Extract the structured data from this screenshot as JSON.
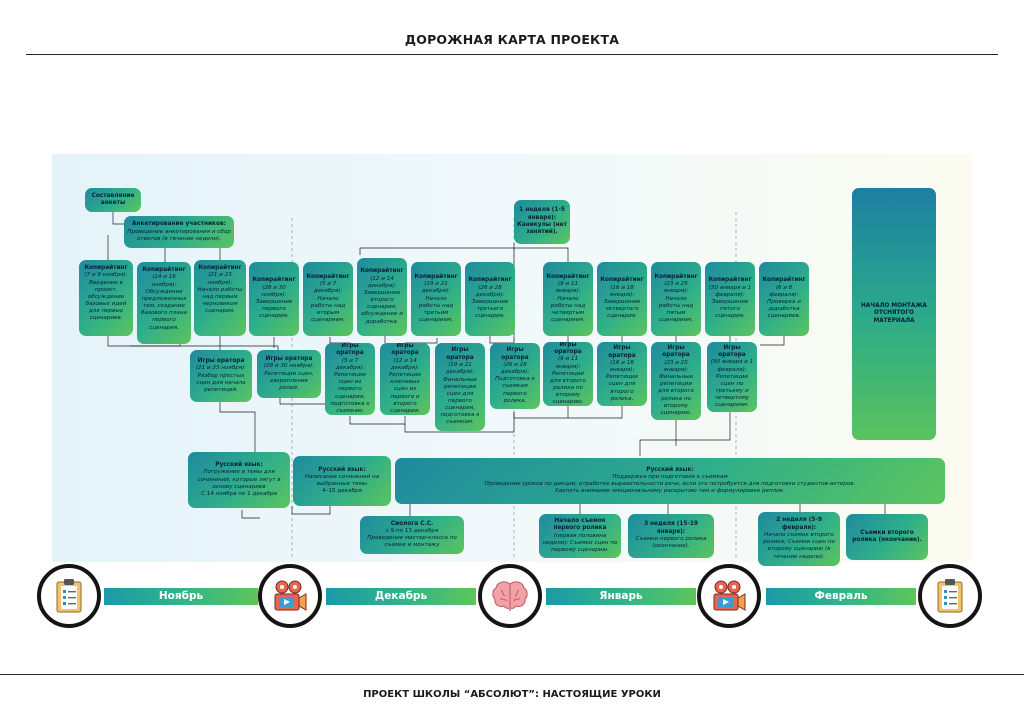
{
  "title": "ДОРОЖНАЯ КАРТА ПРОЕКТА",
  "footer": "ПРОЕКТ ШКОЛЫ “АБСОЛЮТ”: НАСТОЯЩИЕ УРОКИ",
  "months": [
    "Ноябрь",
    "Декабрь",
    "Январь",
    "Февраль"
  ],
  "icons": [
    "clipboard-icon",
    "film-camera-icon",
    "brain-icon",
    "film-camera-icon",
    "clipboard-icon"
  ],
  "colors": {
    "gradient_start": "#1f8a9e",
    "gradient_mid": "#2fae8a",
    "gradient_end": "#5cc55e",
    "text": "#06203a"
  },
  "nodes": {
    "survey": {
      "title": "Составление анкеты"
    },
    "questioning": {
      "title": "Анкетирование участников:",
      "body": "Проведение анкетирования и сбор ответов (в течение недели)."
    },
    "holidays": {
      "title": "1 неделя (1-5 января): Каникулы (нет занятий)."
    },
    "editing": {
      "title": "НАЧАЛО МОНТАЖА ОТСНЯТОГО МАТЕРИАЛА"
    },
    "cw1": {
      "title": "Копирайтинг",
      "date": "(7 и 9 ноября):",
      "body": "Введение в проект, обсуждение базовых идей для первых сценариев."
    },
    "cw2": {
      "title": "Копирайтинг",
      "date": "(14 и 16 ноября):",
      "body": "Обсуждение предложенных тем, создание базового плана первого сценария."
    },
    "cw3": {
      "title": "Копирайтинг",
      "date": "(21 и 23 ноября):",
      "body": "Начало работы над первым черновиком сценария."
    },
    "cw4": {
      "title": "Копирайтинг",
      "date": "(28 и 30 ноября):",
      "body": "Завершение первого сценария."
    },
    "cw5": {
      "title": "Копирайтинг",
      "date": "(5 и 7 декабря):",
      "body": "Начало работы над вторым сценарием."
    },
    "cw6": {
      "title": "Копирайтинг",
      "date": "(12 и 14 декабря):",
      "body": "Завершение второго сценария, обсуждение и доработка."
    },
    "cw7": {
      "title": "Копирайтинг",
      "date": "(19 и 21 декабря):",
      "body": "Начало работы над третьим сценарием."
    },
    "cw8": {
      "title": "Копирайтинг",
      "date": "(26 и 28 декабря):",
      "body": "Завершение третьего сценария."
    },
    "cw9": {
      "title": "Копирайтинг",
      "date": "(9 и 11 января):",
      "body": "Начало работы над четвертым сценарием."
    },
    "cw10": {
      "title": "Копирайтинг",
      "date": "(16 и 18 января):",
      "body": "Завершение четвертого сценария."
    },
    "cw11": {
      "title": "Копирайтинг",
      "date": "(23 и 25 января):",
      "body": "Начало работы над пятым сценарием."
    },
    "cw12": {
      "title": "Копирайтинг",
      "date": "(30 января и 1 февраля):",
      "body": "Завершение пятого сценария."
    },
    "cw13": {
      "title": "Копирайтинг",
      "date": "(6 и 8 февраля):",
      "body": "Проверка и доработка сценариев."
    },
    "ag1": {
      "title": "Игры оратора",
      "date": "(21 и 23 ноября):",
      "body": "Разбор простых сцен для начала репетиций."
    },
    "ag2": {
      "title": "Игры оратора",
      "date": "(28 и 30 ноября):",
      "body": "Репетиции сцен, закрепление ролей."
    },
    "ag3": {
      "title": "Игры оратора",
      "date": "(5 и 7 декабря):",
      "body": "Репетиции сцен из первого сценария, подготовка к съемкам."
    },
    "ag4": {
      "title": "Игры оратора",
      "date": "(12 и 14 декабря):",
      "body": "Репетиции ключевых сцен из первого и второго сценария."
    },
    "ag5": {
      "title": "Игры оратора",
      "date": "(19 и 21 декабря):",
      "body": "Финальные репетиции сцен для первого сценария, подготовка к съемкам."
    },
    "ag6": {
      "title": "Игры оратора",
      "date": "(26 и 28 декабря):",
      "body": "Подготовка к съемкам первого ролика."
    },
    "ag7": {
      "title": "Игры оратора",
      "date": "(9 и 11 января):",
      "body": "Репетиции для второго ролика по второму сценарию."
    },
    "ag8": {
      "title": "Игры оратора",
      "date": "(16 и 18 января):",
      "body": "Репетиции сцен для второго ролика."
    },
    "ag9": {
      "title": "Игры оратора",
      "date": "(23 и 25 января):",
      "body": "Финальные репетиции для второго ролика по второму сценарию."
    },
    "ag10": {
      "title": "Игры оратора",
      "date": "(30 января и 1 февраля):",
      "body": "Репетиции сцен по третьему и четвертому сценариям."
    },
    "ru1": {
      "title": "Русский язык:",
      "body": "Погружение в темы для сочинений, которые лягут в основу сценариев",
      "date": "С 14 ноября по 1 декабря"
    },
    "ru2": {
      "title": "Русский язык:",
      "body": "Написание сочинений на выбранные темы",
      "date": "4–15 декабря"
    },
    "ru3": {
      "title": "Русский язык:",
      "body": "Поддержка при подготовке к съемкам",
      "body2": "Проведение уроков по дикции, отработке выразительности речи, если это потребуется для подготовки студентов-актеров.",
      "body3": "Уделять внимание эмоциональному раскрытию тем и формулировке реплик."
    },
    "sio": {
      "title": "Сиолога С.С.",
      "date": "с 9 по 13 декабря",
      "body": "Проведение мастер-класса по съемке и монтажу"
    },
    "sh1": {
      "title": "Начало съемок первого ролика",
      "body": "(первая половина недели): Съемки сцен по первому сценарию."
    },
    "sh2": {
      "title": "3 неделя (15-19 января):",
      "body": "Съемки первого ролика (окончание)."
    },
    "sh3": {
      "title": "2 неделя (5-9 февраля):",
      "body": "Начало съемок второго ролика; Съемки сцен по второму сценарию (в течение недели)."
    },
    "sh4": {
      "title": "Съемки второго ролика (окончание)."
    }
  }
}
